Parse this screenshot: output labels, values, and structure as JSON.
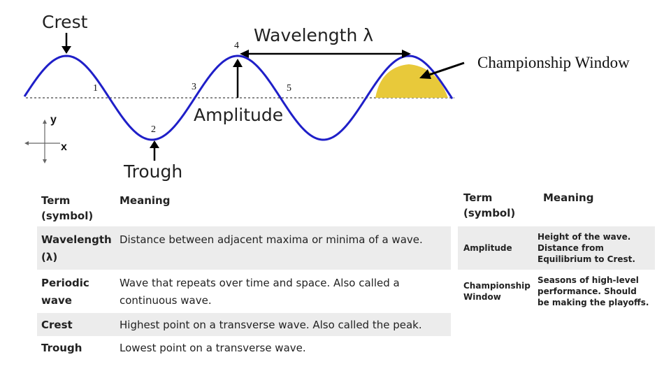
{
  "diagram": {
    "labels": {
      "crest": "Crest",
      "trough": "Trough",
      "amplitude": "Amplitude",
      "wavelength": "Wavelength λ",
      "championship_window": "Championship Window",
      "axis_y": "y",
      "axis_x": "x"
    },
    "point_numbers": [
      "1",
      "2",
      "3",
      "4",
      "5"
    ],
    "colors": {
      "wave": "#1f1fc8",
      "highlight": "#e8c93a",
      "axis": "#666666"
    }
  },
  "table_left": {
    "header": {
      "term": "Term\n(symbol)",
      "meaning": "Meaning"
    },
    "rows": [
      {
        "term": "Wavelength\n(λ)",
        "meaning": "Distance between adjacent maxima or minima of a wave."
      },
      {
        "term": "Periodic\nwave",
        "meaning": "Wave that repeats over time and space. Also called a\ncontinuous wave."
      },
      {
        "term": "Crest",
        "meaning": "Highest point on a transverse wave. Also called the peak."
      },
      {
        "term": "Trough",
        "meaning": "Lowest point on a transverse wave."
      }
    ]
  },
  "table_right": {
    "header": {
      "term": "Term\n(symbol)",
      "meaning": "Meaning"
    },
    "rows": [
      {
        "term": "Amplitude",
        "meaning": "Height of the wave.\nDistance from\nEquilibrium to Crest."
      },
      {
        "term": "Championship\nWindow",
        "meaning": "Seasons of high-level\nperformance. Should\nbe making the playoffs."
      }
    ]
  }
}
